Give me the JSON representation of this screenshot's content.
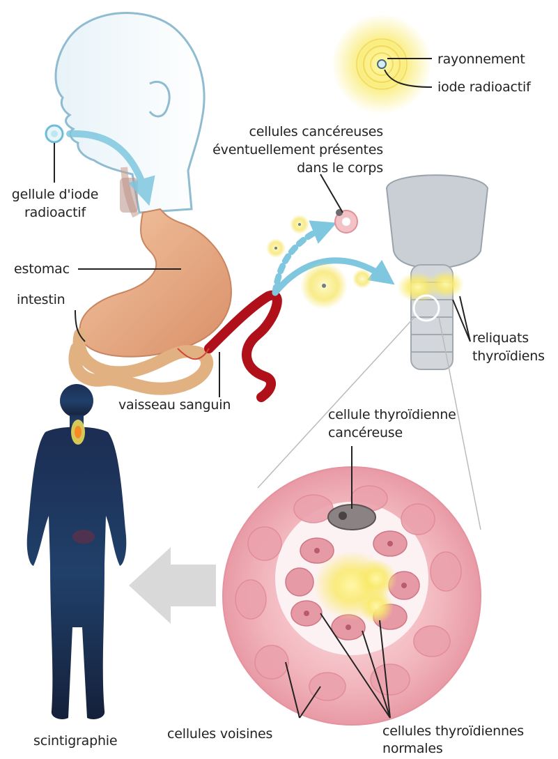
{
  "labels": {
    "radiation": "rayonnement",
    "radioactive_iodine": "iode radioactif",
    "cancer_cells_body_1": "cellules cancéreuses",
    "cancer_cells_body_2": "éventuellement présentes",
    "cancer_cells_body_3": "dans le corps",
    "capsule_1": "gellule d'iode",
    "capsule_2": "radioactif",
    "stomach": "estomac",
    "intestine": "intestin",
    "blood_vessel": "vaisseau sanguin",
    "thyroid_remnants_1": "reliquats",
    "thyroid_remnants_2": "thyroïdiens",
    "cancerous_thyroid_cell_1": "cellule thyroïdienne",
    "cancerous_thyroid_cell_2": "cancéreuse",
    "scintigraphy": "scintigraphie",
    "neighbor_cells": "cellules voisines",
    "normal_thyroid_cells_1": "cellules thyroïdiennes",
    "normal_thyroid_cells_2": "normales"
  },
  "colors": {
    "label_text": "#222222",
    "leader_line": "#222222",
    "head_outline": "#8fbcd0",
    "flow_arrow": "#7fc7df",
    "stomach": "#e8b08a",
    "blood_vessel": "#b0101a",
    "radiation_glow": "#f6e35a",
    "tissue_pink": "#f2a7b0",
    "body_scan": "#1b2b4a",
    "zoom_arrow": "#d9d9d9"
  }
}
